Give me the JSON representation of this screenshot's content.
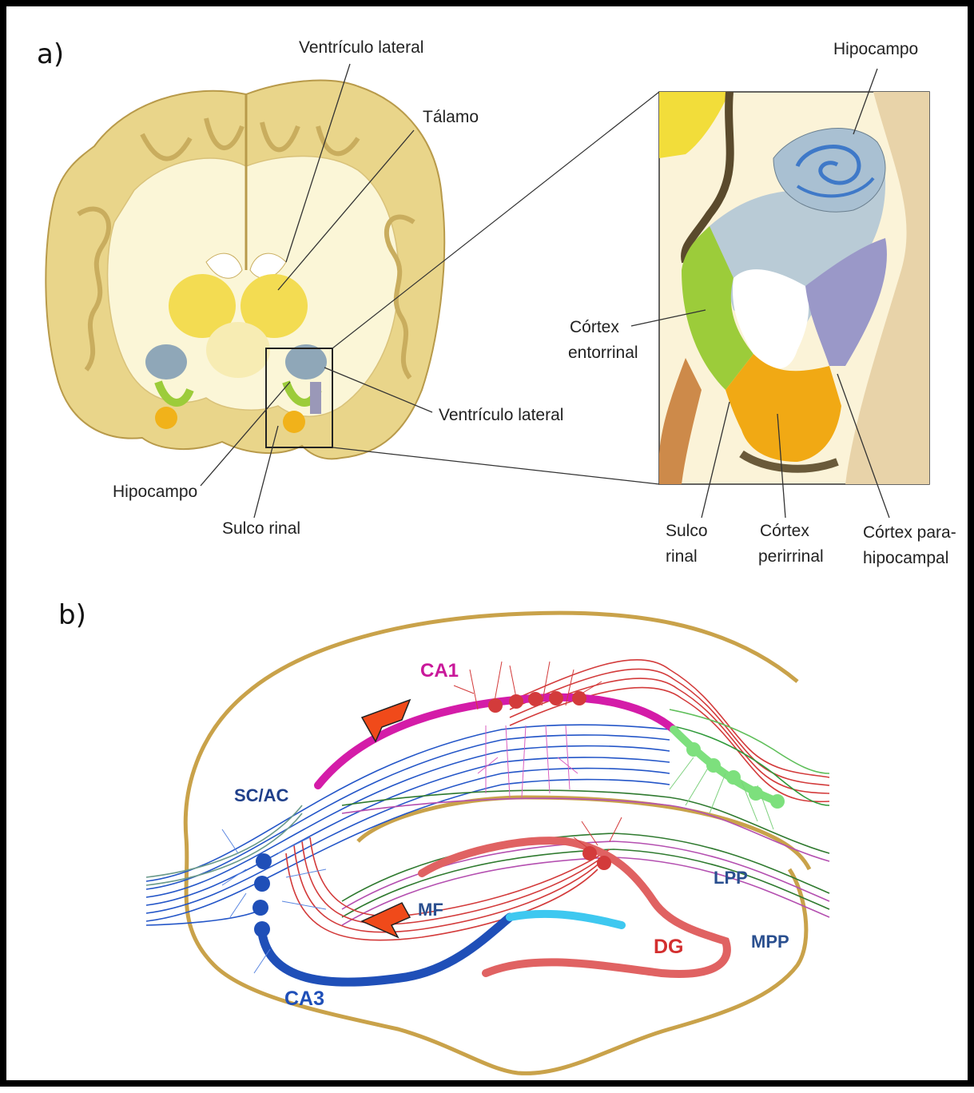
{
  "panels": {
    "a": "a)",
    "b": "b)"
  },
  "panel_a": {
    "ventriculo_top": "Ventrículo lateral",
    "talamo": "Tálamo",
    "hipocampo_top": "Hipocampo",
    "cortex_entorrinal_1": "Córtex",
    "cortex_entorrinal_2": "entorrinal",
    "ventriculo_mid": "Ventrículo lateral",
    "hipocampo_left": "Hipocampo",
    "sulco_left": "Sulco rinal",
    "sulco_right_1": "Sulco",
    "sulco_right_2": "rinal",
    "perirrinal_1": "Córtex",
    "perirrinal_2": "perirrinal",
    "para_1": "Córtex para-",
    "para_2": "hipocampal"
  },
  "panel_b": {
    "ca1": "CA1",
    "scac": "SC/AC",
    "lpp": "LPP",
    "mf": "MF",
    "mpp": "MPP",
    "dg": "DG",
    "ca3": "CA3"
  },
  "colors": {
    "ca1": "#c9189a",
    "ca3": "#1f4fb8",
    "dg": "#d32f2f",
    "lpp": "#2a4f8f",
    "outline": "#c9a24a"
  }
}
